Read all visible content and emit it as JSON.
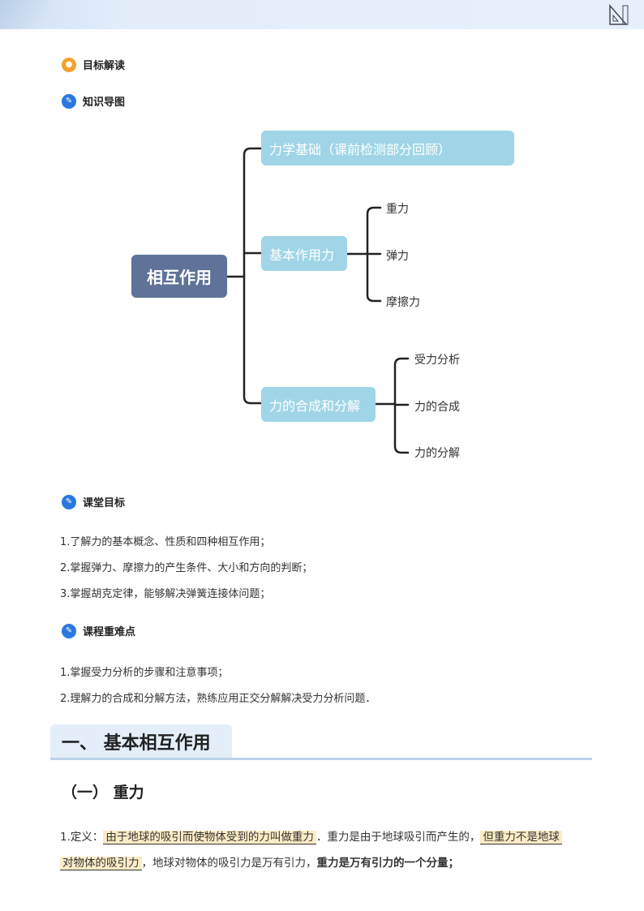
{
  "header": {
    "logo_icon": "ruler-triangle-icon"
  },
  "sections": {
    "goal_reading": "目标解读",
    "mind_map": "知识导图",
    "class_goals": "课堂目标",
    "key_points": "课程重难点"
  },
  "mindmap": {
    "root": "相互作用",
    "branches": [
      {
        "label": "力学基础（课前检测部分回顾）",
        "children": []
      },
      {
        "label": "基本作用力",
        "children": [
          "重力",
          "弹力",
          "摩擦力"
        ]
      },
      {
        "label": "力的合成和分解",
        "children": [
          "受力分析",
          "力的合成",
          "力的分解"
        ]
      }
    ]
  },
  "goals": [
    "1.了解力的基本概念、性质和四种相互作用；",
    "2.掌握弹力、摩擦力的产生条件、大小和方向的判断；",
    "3.掌握胡克定律，能够解决弹簧连接体问题；"
  ],
  "key_points": [
    "1.掌握受力分析的步骤和注意事项；",
    "2.理解力的合成和分解方法，熟练应用正交分解解决受力分析问题．"
  ],
  "chapter": {
    "title": "一、 基本相互作用",
    "subtitle": "（一） 重力"
  },
  "definition": {
    "prefix": "1.定义：",
    "hl1": "由于地球的吸引而使物体受到的力叫做重力",
    "mid": "．重力是由于地球吸引而产生的，",
    "hl2a": "但重力不是地球",
    "hl2b": "对物体的吸引力",
    "mid2": "，地球对物体的吸引力是万有引力，",
    "bold": "重力是万有引力的一个分量；"
  }
}
